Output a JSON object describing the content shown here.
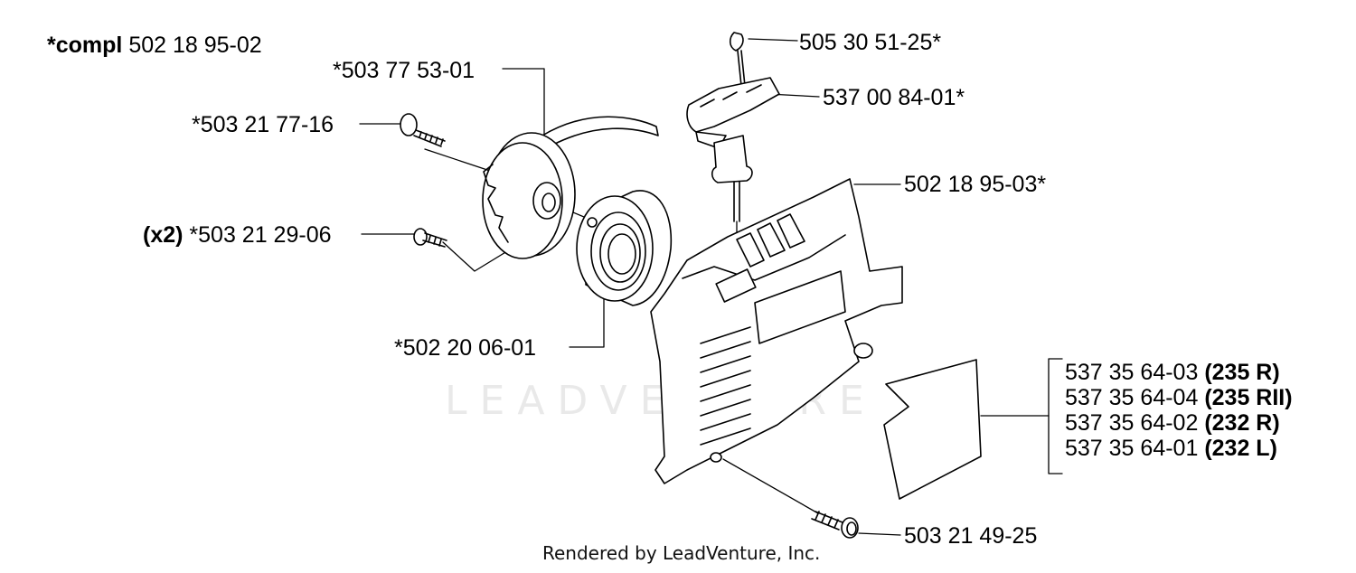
{
  "header": {
    "compl_prefix": "*compl",
    "compl_number": "502 18 95-02"
  },
  "callouts": {
    "starter_pulley": "*503 77 53-01",
    "pulley_screw": "*503 21 77-16",
    "qty_x2": "(x2)",
    "spring_screw": "*503 21 29-06",
    "recoil_spring": "*502 20 06-01",
    "rope": "505 30 51-25*",
    "handle": "537 00 84-01*",
    "cover": "502 18 95-03*",
    "cover_screw": "503 21 49-25"
  },
  "decal_options": [
    {
      "number": "537 35 64-03",
      "model": "(235 R)"
    },
    {
      "number": "537 35 64-04",
      "model": "(235 RII)"
    },
    {
      "number": "537 35 64-02",
      "model": "(232 R)"
    },
    {
      "number": "537 35 64-01",
      "model": "(232 L)"
    }
  ],
  "watermark": "LEADVENTURE",
  "footer": "Rendered by LeadVenture, Inc."
}
